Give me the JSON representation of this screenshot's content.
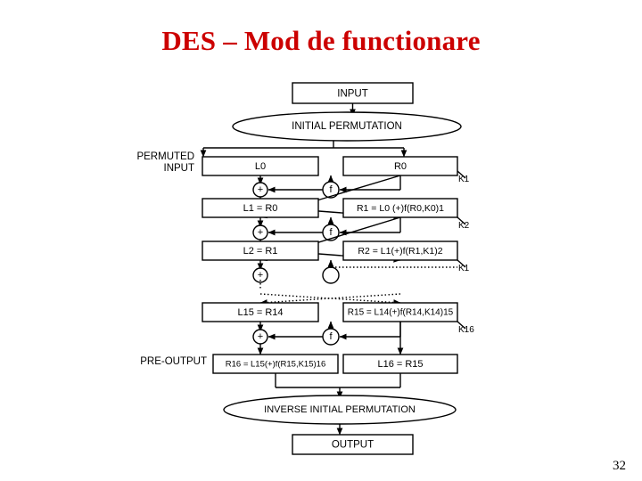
{
  "slide": {
    "title": "DES – Mod de functionare",
    "title_color": "#CC0000",
    "page_number": "32",
    "background": "#FFFFFF"
  },
  "diagram": {
    "type": "flowchart",
    "name": "des-feistel-structure",
    "input_box": "INPUT",
    "initial_permutation": "INITIAL PERMUTATION",
    "inverse_initial_permutation": "INVERSE INITIAL PERMUTATION",
    "output_box": "OUTPUT",
    "side_labels": [
      "PERMUTED",
      "INPUT",
      "PRE-OUTPUT"
    ],
    "side_label_permuted_line1": "PERMUTED",
    "side_label_permuted_line2": "INPUT",
    "side_label_preoutput": "PRE-OUTPUT",
    "xor_symbol": "+",
    "function_symbol": "f",
    "rows": [
      {
        "left": "L0",
        "right": "R0",
        "key": "K1"
      },
      {
        "left": "L1 = R0",
        "right": "R1 = L0 (+)f(R0,K0)1",
        "key": "K2"
      },
      {
        "left": "L2 = R1",
        "right": "R2 = L1(+)f(R1,K1)2",
        "key": "K1"
      },
      {
        "left": "L15 = R14",
        "right": "R15 = L14(+)f(R14,K14)15",
        "key": "K16"
      },
      {
        "left": "R16 = L15(+)f(R15,K15)16",
        "right": "L16 = R15",
        "key": ""
      }
    ]
  }
}
